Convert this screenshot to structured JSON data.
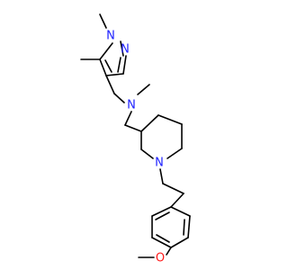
{
  "molecule": {
    "atom_labels": {
      "pyrazole_n1": "N",
      "pyrazole_n2": "N",
      "amine_n": "N",
      "piperidine_n": "N",
      "methoxy_o": "O"
    }
  },
  "colors": {
    "bond": "#000000",
    "nitrogen": "#1f22ff",
    "oxygen": "#ff1a1a",
    "background": "#ffffff"
  }
}
